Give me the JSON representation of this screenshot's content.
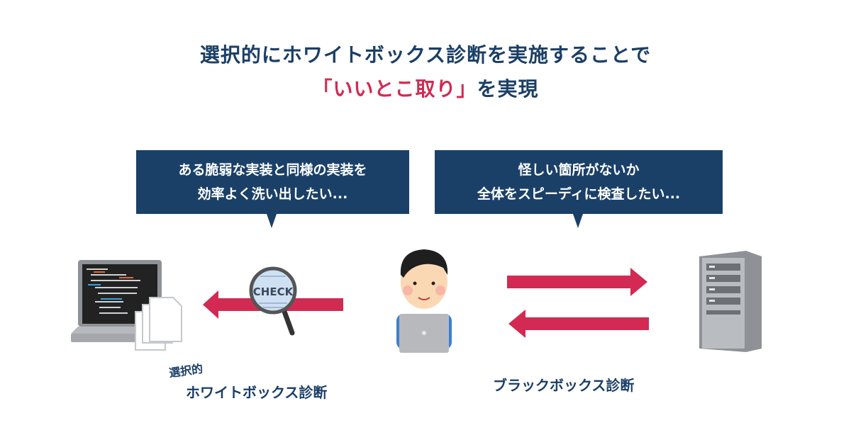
{
  "title": {
    "line1": "選択的にホワイトボックス診断を実施することで",
    "line2_highlight": "「いいとこ取り」",
    "line2_rest": "を実現"
  },
  "bubbles": {
    "left": {
      "line1": "ある脆弱な実装と同様の実装を",
      "line2": "効率よく洗い出したい..."
    },
    "right": {
      "line1": "怪しい箇所がないか",
      "line2": "全体をスピーディに検査したい..."
    }
  },
  "magnifier_text": "CHECK",
  "labels": {
    "selective": "選択的",
    "whitebox": "ホワイトボックス診断",
    "blackbox": "ブラックボックス診断"
  },
  "colors": {
    "navy": "#1b4068",
    "accent": "#d22a52"
  }
}
